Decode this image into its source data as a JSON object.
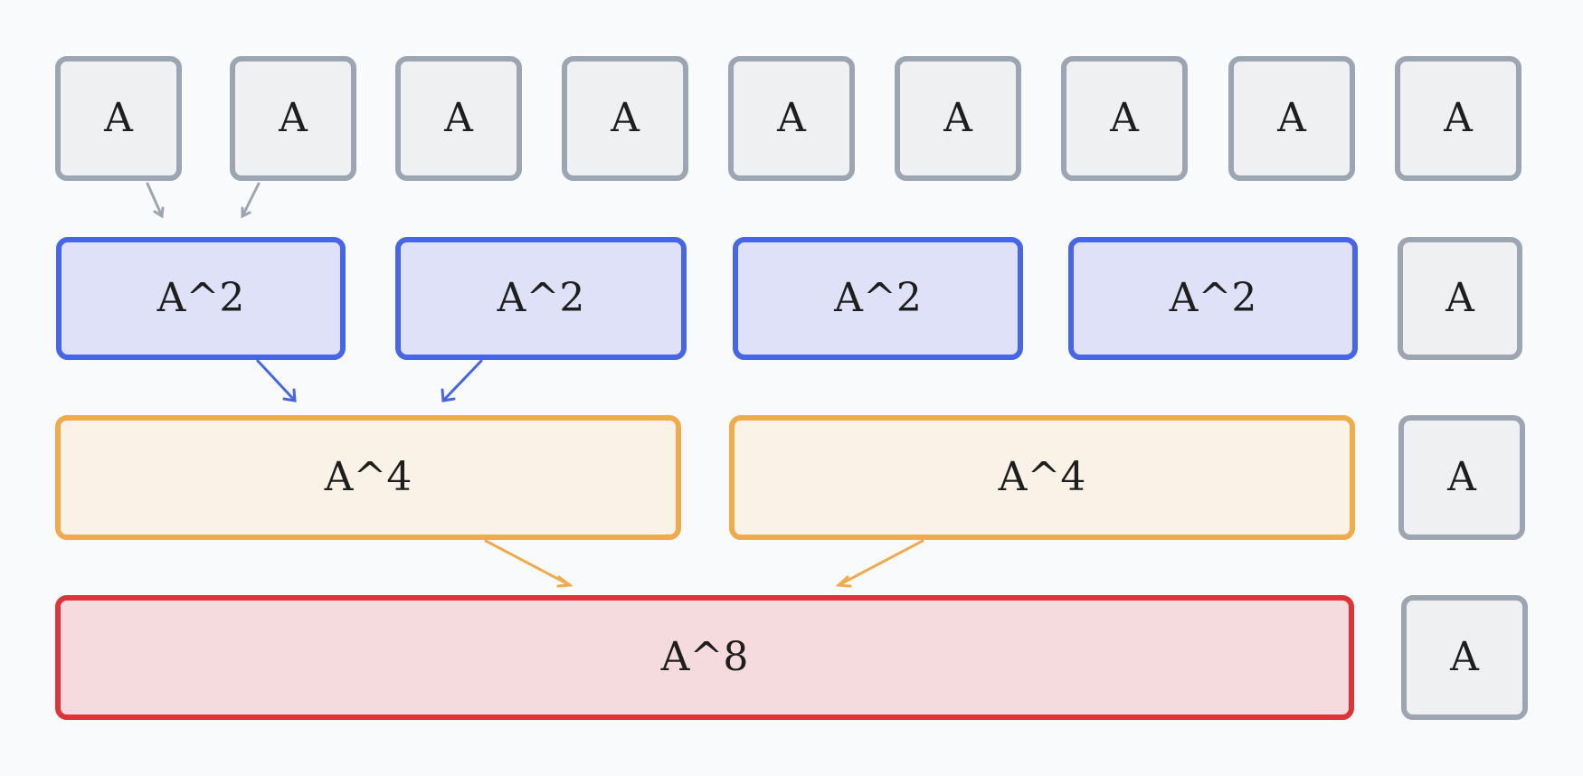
{
  "diagram": {
    "row1": [
      {
        "label": "A"
      },
      {
        "label": "A"
      },
      {
        "label": "A"
      },
      {
        "label": "A"
      },
      {
        "label": "A"
      },
      {
        "label": "A"
      },
      {
        "label": "A"
      },
      {
        "label": "A"
      },
      {
        "label": "A"
      }
    ],
    "row2": [
      {
        "label": "A^2"
      },
      {
        "label": "A^2"
      },
      {
        "label": "A^2"
      },
      {
        "label": "A^2"
      },
      {
        "label": "A"
      }
    ],
    "row3": [
      {
        "label": "A^4"
      },
      {
        "label": "A^4"
      },
      {
        "label": "A"
      }
    ],
    "row4": [
      {
        "label": "A^8"
      },
      {
        "label": "A"
      }
    ]
  },
  "colors": {
    "base": "#9ca5b1",
    "square": "#4766e5",
    "fourth": "#efab4c",
    "eighth": "#de3439",
    "background": "#f8fafc"
  }
}
